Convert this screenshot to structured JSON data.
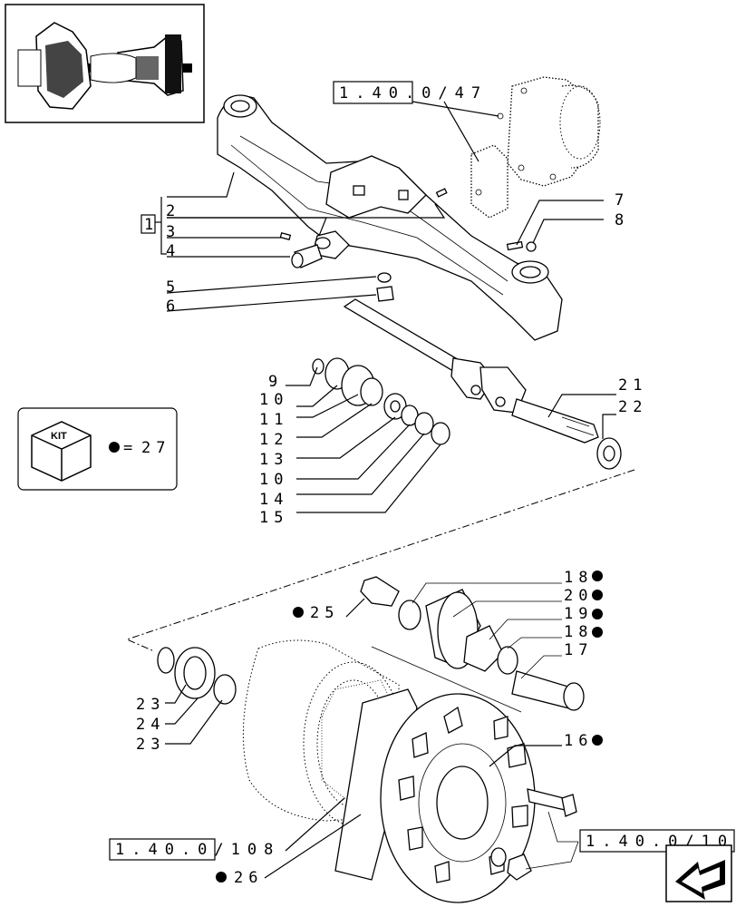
{
  "callouts": {
    "c1": "1",
    "c2": "2",
    "c3": "3",
    "c4": "4",
    "c5": "5",
    "c6": "6",
    "c7": "7",
    "c8": "8",
    "c9": "9",
    "c10a": "10",
    "c11": "11",
    "c12": "12",
    "c13": "13",
    "c10b": "10",
    "c14": "14",
    "c15": "15",
    "c21": "21",
    "c22": "22",
    "c18a": "18",
    "c20": "20",
    "c19": "19",
    "c18b": "18",
    "c17": "17",
    "c25": "25",
    "c16": "16",
    "c23a": "23",
    "c24": "24",
    "c23b": "23",
    "c26": "26"
  },
  "references": {
    "ref_top": "1.40.0/47",
    "ref_bottom_left": "1.40.0/108",
    "ref_bottom_right": "1.40.0/10"
  },
  "kit": {
    "label": "KIT",
    "equals": "=",
    "count": "27"
  },
  "icons": {
    "kit_box": "kit-box-icon",
    "dot": "filled-dot-icon",
    "nav_arrow": "navigation-arrow-icon",
    "thumbnail": "axle-thumbnail-icon"
  }
}
